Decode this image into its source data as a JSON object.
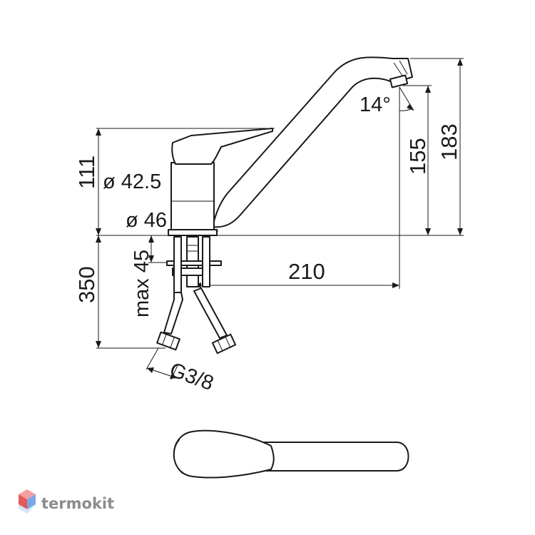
{
  "dimensions": {
    "height_body": "111",
    "height_spout": "155",
    "height_total": "183",
    "below_deck": "350",
    "max_deck": "max 45",
    "reach": "210",
    "angle": "14°",
    "diam_upper": "ø 42.5",
    "diam_base": "ø 46",
    "thread": "G3/8"
  },
  "brand": {
    "name": "termokit",
    "color": "#8c8c8c",
    "logo_colors": [
      "#e65a5a",
      "#f2a0a0",
      "#7aa7e6",
      "#bcd3f2"
    ]
  },
  "colors": {
    "line": "#1a1a1a",
    "background": "#ffffff"
  }
}
